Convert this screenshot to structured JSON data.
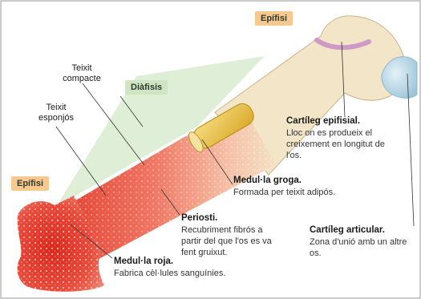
{
  "labels": {
    "epifisi_top": "Epífisi",
    "epifisi_left": "Epífisi",
    "diafisi": "Diàfisis",
    "teixit_compacte": "Teixit compacte",
    "teixit_esponjos": "Teixit esponjós"
  },
  "callouts": {
    "cartileg_epifisial": {
      "title": "Cartíleg epifisial.",
      "desc": "Lloc on es produeix el creixement en longitut de l'os."
    },
    "medulla_groga": {
      "title": "Medul·la groga.",
      "desc": "Formada per teixit adipós."
    },
    "periosti": {
      "title": "Periosti.",
      "desc": "Recubriment fibrós a partir del que l'os es va fent gruixut."
    },
    "cartileg_articular": {
      "title": "Cartíleg articular.",
      "desc": "Zona d'unió amb un altre os."
    },
    "medulla_roja": {
      "title": "Medul·la roja.",
      "desc": "Fabrica cèl·lules sanguínies."
    }
  },
  "colors": {
    "bone": "#f3e6c8",
    "spongy_red": "#e23a2a",
    "marrow_yellow": "#e9c24a",
    "cartilage_blue": "#bcd9e6",
    "epiphyseal_plate": "#cf9ac6",
    "tag_orange": "#f7c98f",
    "tag_green": "#cfe5c4",
    "zoom_green": "#d9ecd0"
  }
}
